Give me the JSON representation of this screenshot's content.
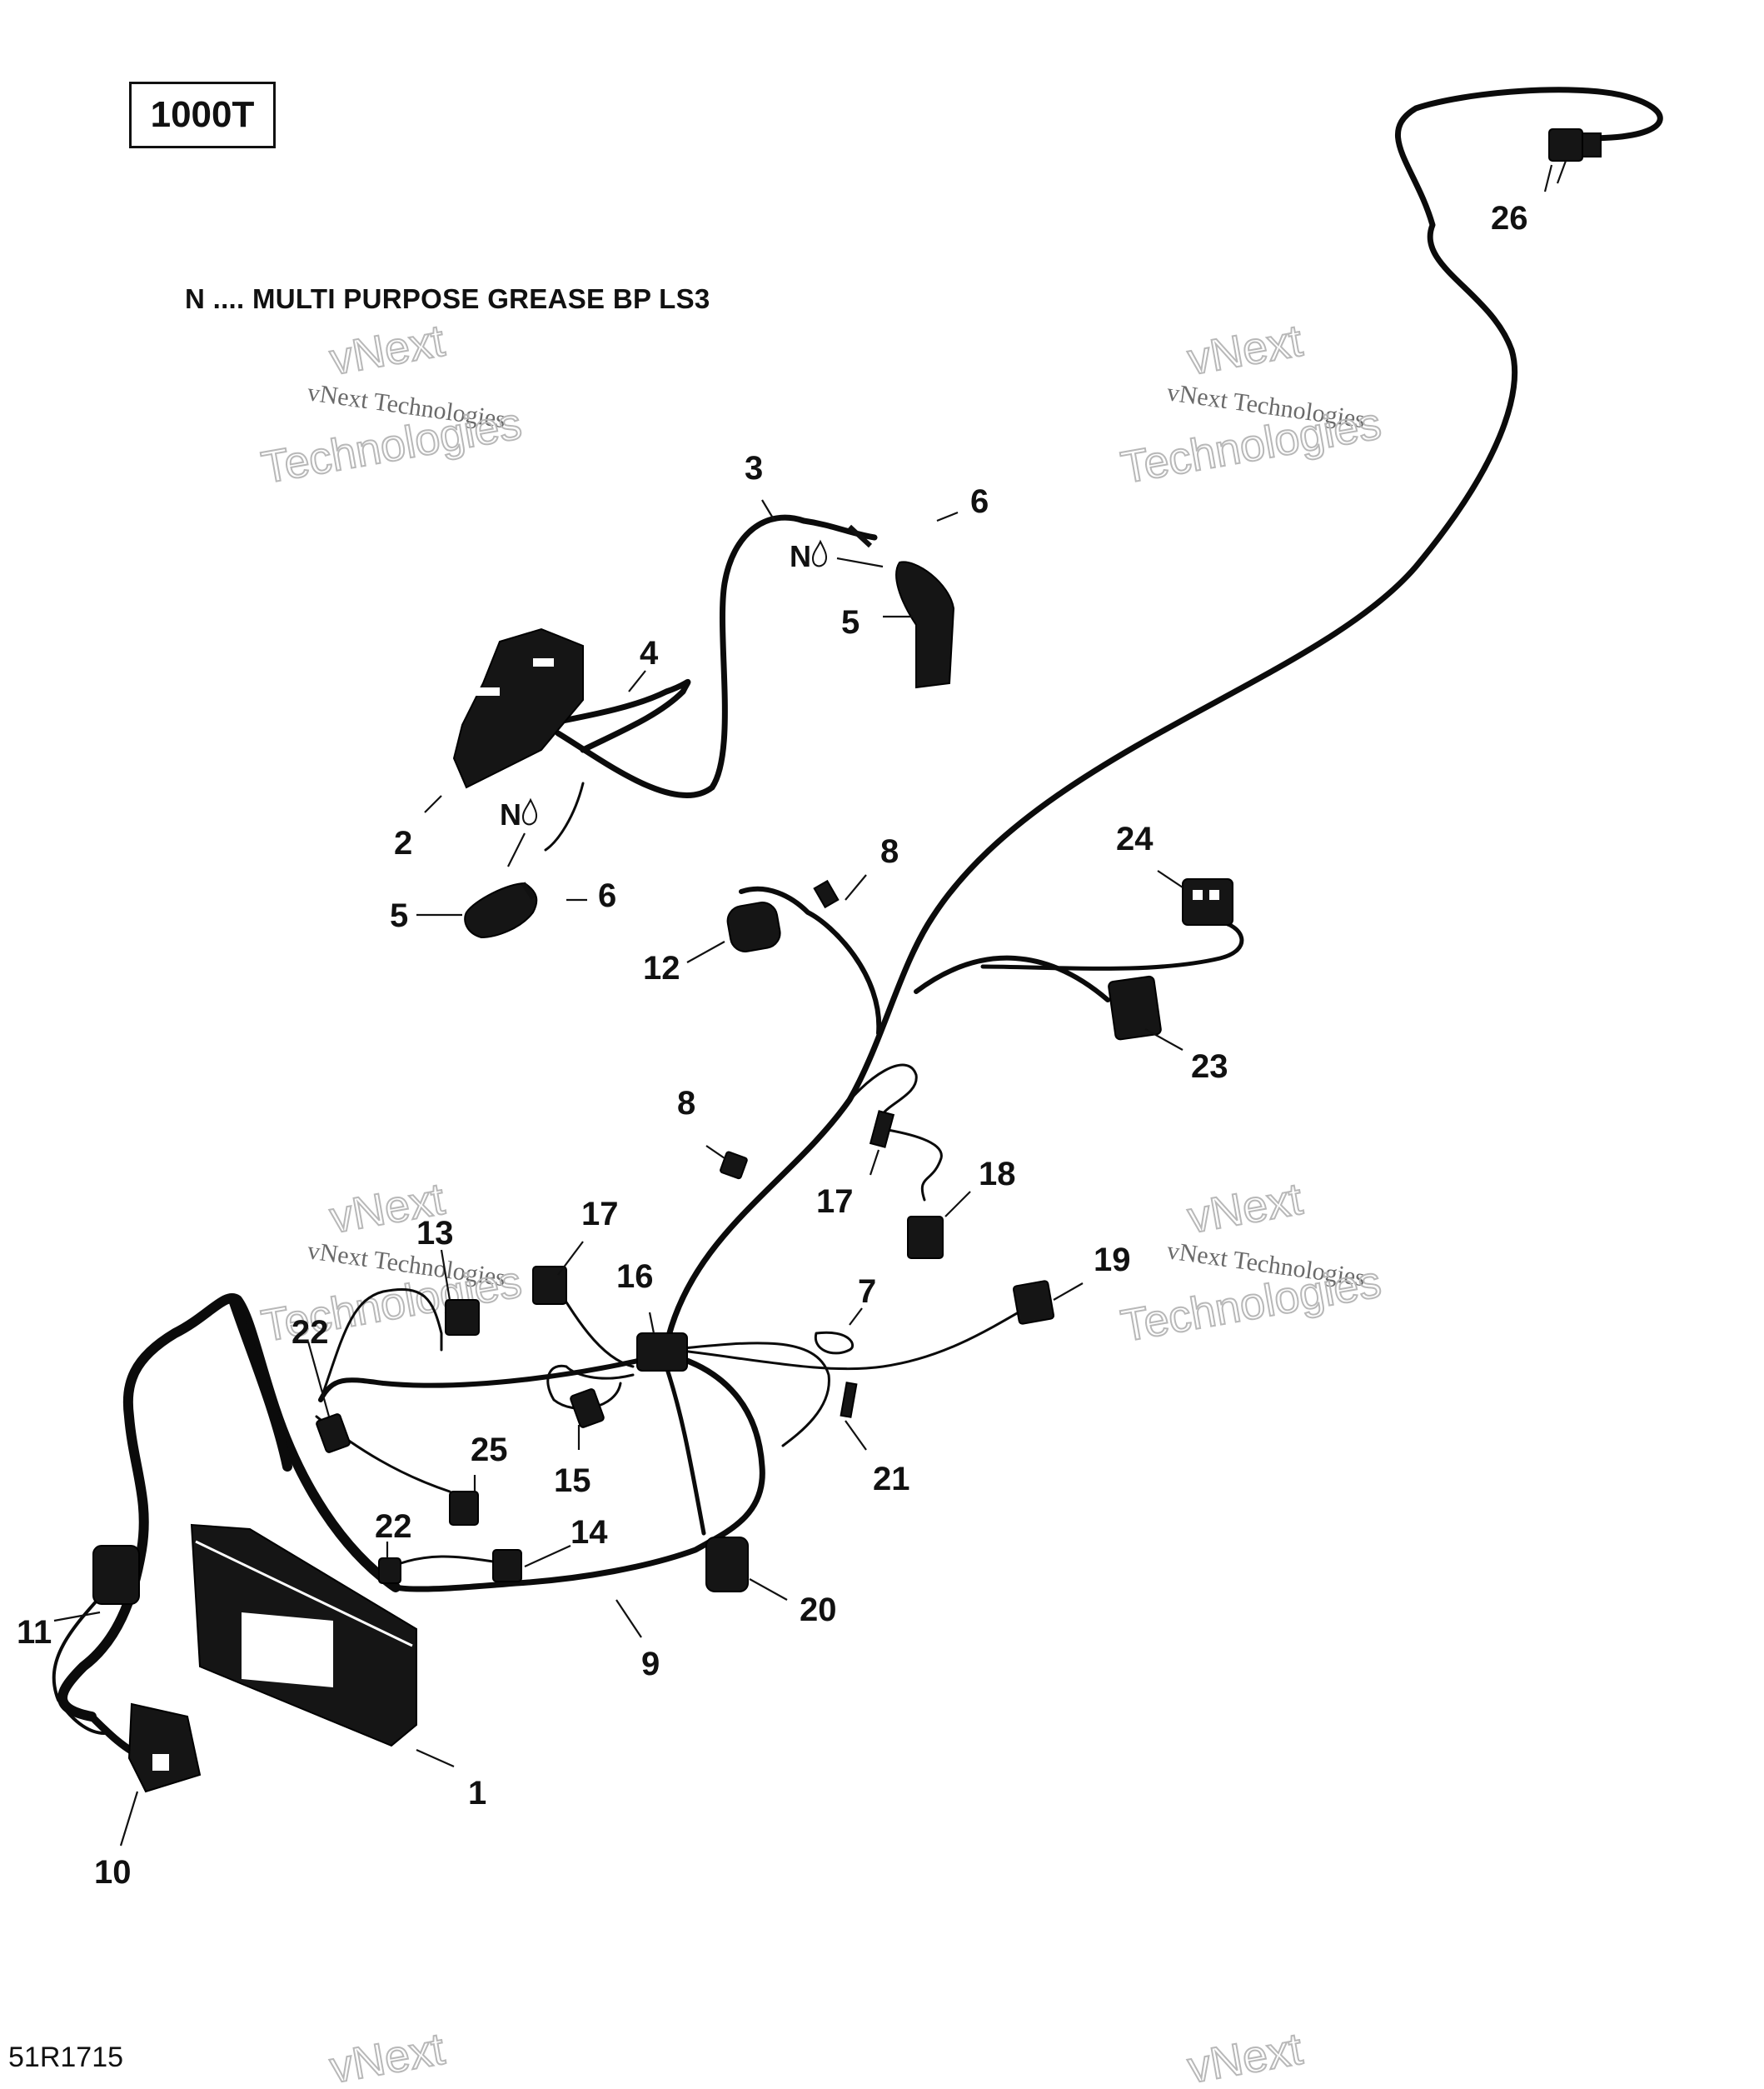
{
  "model": "1000T",
  "legend": "N .... MULTI PURPOSE GREASE BP LS3",
  "grease_symbol": "N",
  "reference_code": "51R1715",
  "watermark": {
    "line1": "vNext",
    "line2": "vNext Technologies",
    "line3": "Technologies"
  },
  "callouts": {
    "c1": "1",
    "c2": "2",
    "c3": "3",
    "c4": "4",
    "c5a": "5",
    "c5b": "5",
    "c6a": "6",
    "c6b": "6",
    "c7": "7",
    "c8a": "8",
    "c8b": "8",
    "c9": "9",
    "c10": "10",
    "c11": "11",
    "c12": "12",
    "c13": "13",
    "c14": "14",
    "c15": "15",
    "c16": "16",
    "c17a": "17",
    "c17b": "17",
    "c18": "18",
    "c19": "19",
    "c20": "20",
    "c21": "21",
    "c22a": "22",
    "c22b": "22",
    "c23": "23",
    "c24": "24",
    "c25": "25",
    "c26": "26"
  }
}
